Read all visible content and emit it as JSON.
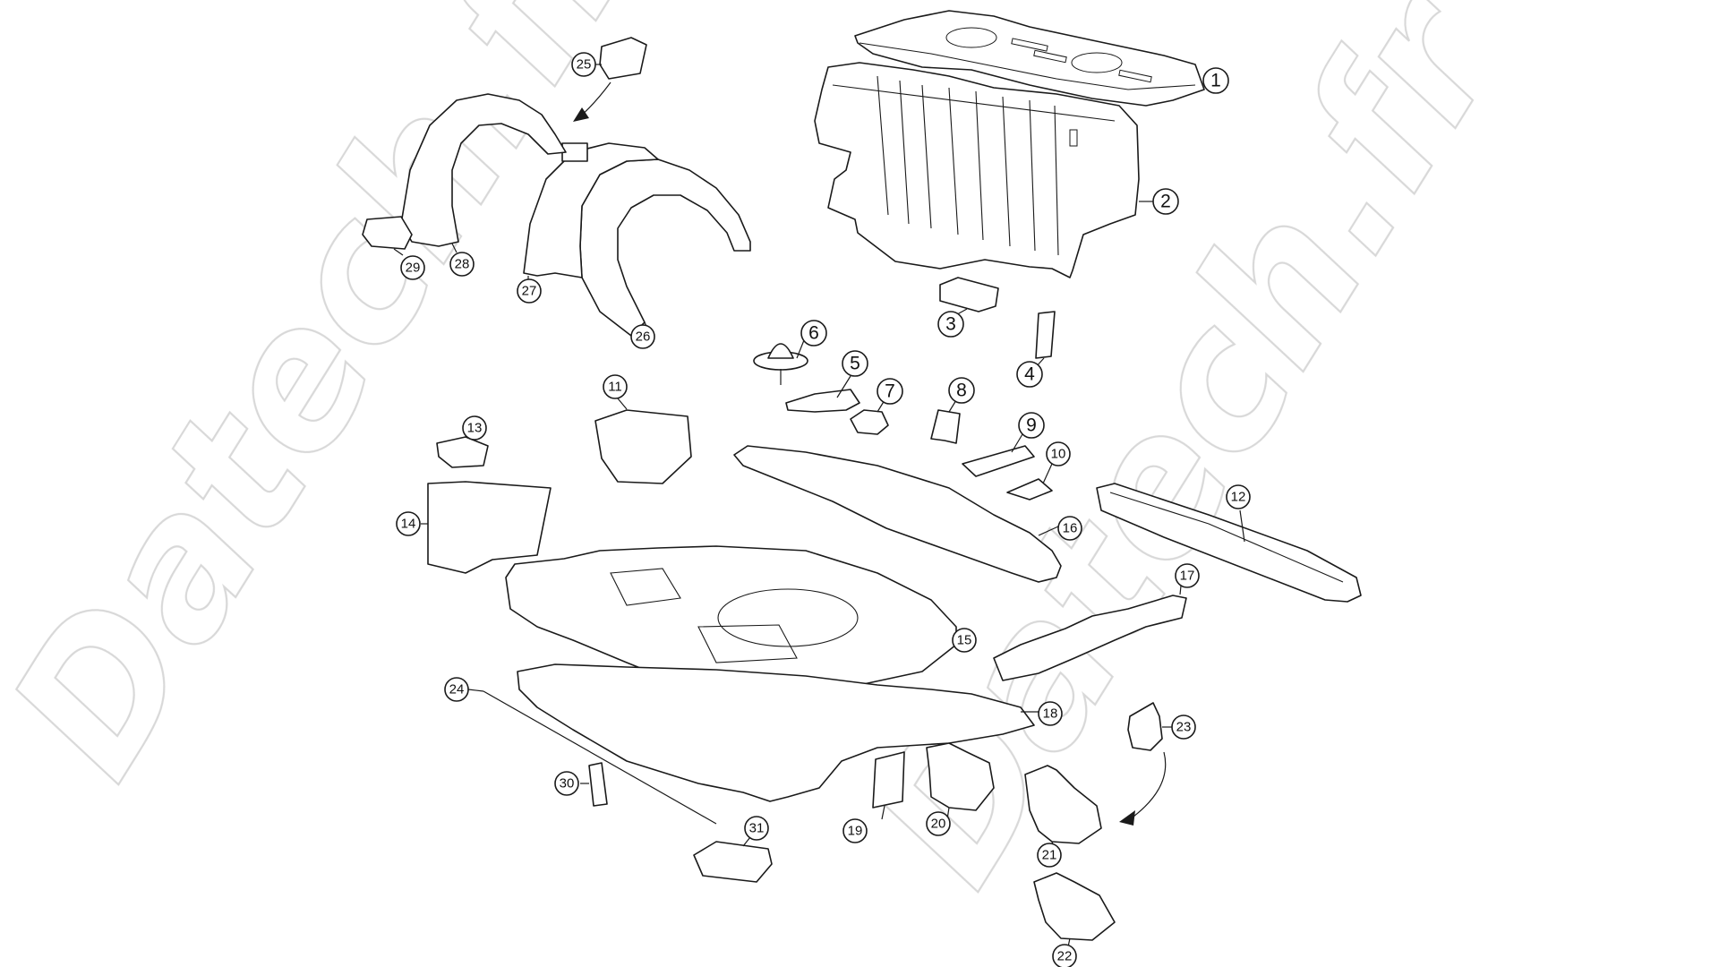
{
  "watermark": {
    "text": "Datech.fr"
  },
  "callouts": [
    {
      "id": "1",
      "style": "big"
    },
    {
      "id": "2",
      "style": "big"
    },
    {
      "id": "3",
      "style": "big"
    },
    {
      "id": "4",
      "style": "big"
    },
    {
      "id": "5",
      "style": "big"
    },
    {
      "id": "6",
      "style": "big"
    },
    {
      "id": "7",
      "style": "big"
    },
    {
      "id": "8",
      "style": "big"
    },
    {
      "id": "9",
      "style": "big"
    },
    {
      "id": "10",
      "style": "small"
    },
    {
      "id": "11",
      "style": "small"
    },
    {
      "id": "12",
      "style": "small"
    },
    {
      "id": "13",
      "style": "small"
    },
    {
      "id": "14",
      "style": "small"
    },
    {
      "id": "15",
      "style": "small"
    },
    {
      "id": "16",
      "style": "small"
    },
    {
      "id": "17",
      "style": "small"
    },
    {
      "id": "18",
      "style": "small"
    },
    {
      "id": "19",
      "style": "small"
    },
    {
      "id": "20",
      "style": "small"
    },
    {
      "id": "21",
      "style": "small"
    },
    {
      "id": "22",
      "style": "small"
    },
    {
      "id": "23",
      "style": "small"
    },
    {
      "id": "24",
      "style": "small"
    },
    {
      "id": "25",
      "style": "small"
    },
    {
      "id": "26",
      "style": "small"
    },
    {
      "id": "27",
      "style": "small"
    },
    {
      "id": "28",
      "style": "small"
    },
    {
      "id": "29",
      "style": "small"
    },
    {
      "id": "30",
      "style": "small"
    },
    {
      "id": "31",
      "style": "small"
    }
  ]
}
